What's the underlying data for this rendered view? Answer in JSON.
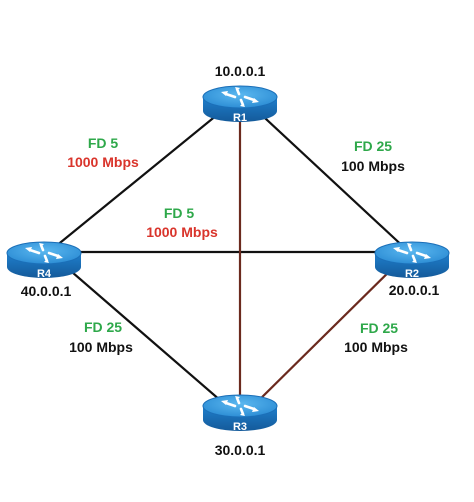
{
  "colors": {
    "link_black": "#111111",
    "link_brown": "#6b2a1e",
    "fd_green": "#2ea84a",
    "bw_red": "#d9342b",
    "bw_black": "#111111",
    "router_top": "#2f9be0",
    "router_side": "#1b6fb8",
    "router_text": "#ffffff"
  },
  "routers": [
    {
      "id": "r1",
      "name": "R1",
      "ip": "10.0.0.1",
      "icon": "router-icon"
    },
    {
      "id": "r2",
      "name": "R2",
      "ip": "20.0.0.1",
      "icon": "router-icon"
    },
    {
      "id": "r3",
      "name": "R3",
      "ip": "30.0.0.1",
      "icon": "router-icon"
    },
    {
      "id": "r4",
      "name": "R4",
      "ip": "40.0.0.1",
      "icon": "router-icon"
    }
  ],
  "links": [
    {
      "from": "R1",
      "to": "R4",
      "fd": "FD 5",
      "bandwidth": "1000 Mbps",
      "style": "black"
    },
    {
      "from": "R1",
      "to": "R2",
      "fd": "FD 25",
      "bandwidth": "100 Mbps",
      "style": "black"
    },
    {
      "from": "R4",
      "to": "R2",
      "fd": "FD 5",
      "bandwidth": "1000 Mbps",
      "style": "black"
    },
    {
      "from": "R4",
      "to": "R3",
      "fd": "FD 25",
      "bandwidth": "100 Mbps",
      "style": "black"
    },
    {
      "from": "R2",
      "to": "R3",
      "fd": "FD 25",
      "bandwidth": "100 Mbps",
      "style": "brown"
    },
    {
      "from": "R1",
      "to": "R3",
      "fd": "",
      "bandwidth": "",
      "style": "brown"
    }
  ]
}
